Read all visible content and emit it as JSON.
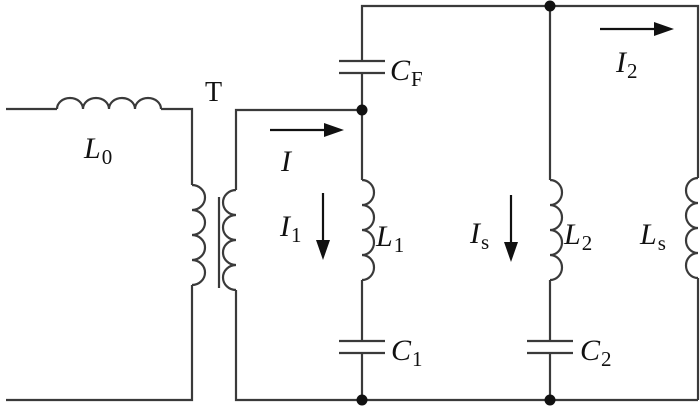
{
  "diagram": {
    "transformer_label": "T",
    "labels": {
      "L0": {
        "main": "L",
        "sub": "0"
      },
      "CF": {
        "main": "C",
        "sub": "F"
      },
      "I": {
        "main": "I",
        "sub": ""
      },
      "I1": {
        "main": "I",
        "sub": "1"
      },
      "L1": {
        "main": "L",
        "sub": "1"
      },
      "C1": {
        "main": "C",
        "sub": "1"
      },
      "Is": {
        "main": "I",
        "sub": "s"
      },
      "L2": {
        "main": "L",
        "sub": "2"
      },
      "C2": {
        "main": "C",
        "sub": "2"
      },
      "I2": {
        "main": "I",
        "sub": "2"
      },
      "Ls": {
        "main": "L",
        "sub": "s"
      }
    }
  }
}
